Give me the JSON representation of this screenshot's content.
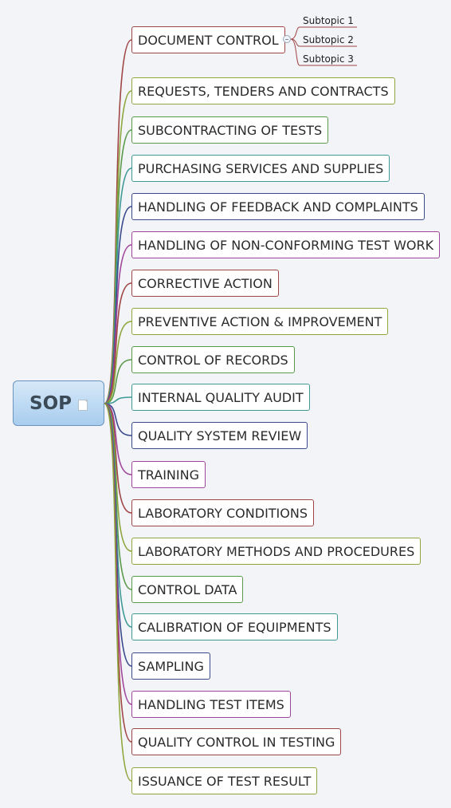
{
  "root": {
    "label": "SOP",
    "note_icon": "note-icon"
  },
  "topics": [
    {
      "label": "DOCUMENT CONTROL",
      "color": "#a04545"
    },
    {
      "label": "REQUESTS, TENDERS AND CONTRACTS",
      "color": "#8fa63e"
    },
    {
      "label": "SUBCONTRACTING OF TESTS",
      "color": "#5a9a4a"
    },
    {
      "label": "PURCHASING SERVICES AND SUPPLIES",
      "color": "#3f9a95"
    },
    {
      "label": "HANDLING OF FEEDBACK AND COMPLAINTS",
      "color": "#3b4a8c"
    },
    {
      "label": "HANDLING OF NON-CONFORMING TEST WORK",
      "color": "#a0469a"
    },
    {
      "label": "CORRECTIVE ACTION",
      "color": "#a04545"
    },
    {
      "label": "PREVENTIVE ACTION & IMPROVEMENT",
      "color": "#8fa63e"
    },
    {
      "label": "CONTROL OF RECORDS",
      "color": "#5a9a4a"
    },
    {
      "label": "INTERNAL QUALITY AUDIT",
      "color": "#3f9a95"
    },
    {
      "label": "QUALITY SYSTEM REVIEW",
      "color": "#3b4a8c"
    },
    {
      "label": "TRAINING",
      "color": "#a0469a"
    },
    {
      "label": "LABORATORY CONDITIONS",
      "color": "#a04545"
    },
    {
      "label": "LABORATORY METHODS AND PROCEDURES",
      "color": "#8fa63e"
    },
    {
      "label": "CONTROL DATA",
      "color": "#5a9a4a"
    },
    {
      "label": "CALIBRATION OF EQUIPMENTS",
      "color": "#3f9a95"
    },
    {
      "label": "SAMPLING",
      "color": "#3b4a8c"
    },
    {
      "label": "HANDLING TEST ITEMS",
      "color": "#a0469a"
    },
    {
      "label": "QUALITY CONTROL IN TESTING",
      "color": "#a04545"
    },
    {
      "label": "ISSUANCE OF TEST RESULT",
      "color": "#8fa63e"
    }
  ],
  "subtopics": [
    {
      "label": "Subtopic 1"
    },
    {
      "label": "Subtopic 2"
    },
    {
      "label": "Subtopic 3"
    }
  ]
}
